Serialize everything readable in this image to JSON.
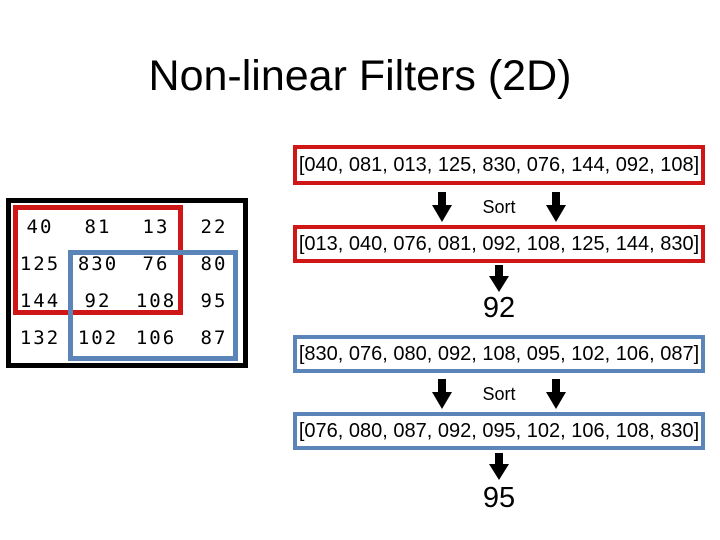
{
  "title": "Non-linear Filters (2D)",
  "colors": {
    "red_accent": "#d01717",
    "blue_accent": "#5b85b8",
    "text": "#000000",
    "background": "#ffffff"
  },
  "icons": {
    "down_arrow": "black-down-arrow"
  },
  "matrix": {
    "rows": [
      [
        "40",
        "81",
        "13",
        "22"
      ],
      [
        "125",
        "830",
        "76",
        "80"
      ],
      [
        "144",
        "92",
        "108",
        "95"
      ],
      [
        "132",
        "102",
        "106",
        "87"
      ]
    ]
  },
  "red_flow": {
    "unsorted": "[040, 081, 013, 125, 830, 076, 144, 092, 108]",
    "sort_label": "Sort",
    "sorted": "[013, 040, 076, 081, 092, 108, 125, 144, 830]",
    "median": "92"
  },
  "blue_flow": {
    "unsorted": "[830, 076, 080, 092, 108, 095, 102, 106, 087]",
    "sort_label": "Sort",
    "sorted": "[076, 080, 087, 092, 095, 102, 106, 108, 830]",
    "median": "95"
  }
}
